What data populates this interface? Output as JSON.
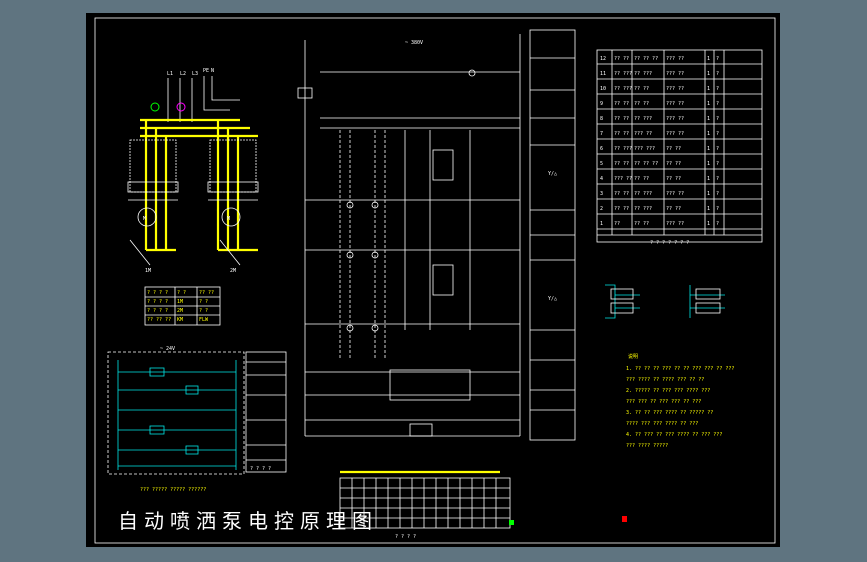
{
  "drawing": {
    "title": "自动喷洒泵电控原理图",
    "supply_label": "~ 380V",
    "circuit_label": "~ 24V",
    "phase_labels": [
      "L1",
      "L2",
      "L3",
      "PE",
      "N"
    ],
    "motor_labels": [
      "1M",
      "2M"
    ],
    "motor_symbol": "M",
    "star_delta_label": "Y/△",
    "notes_heading": "说明",
    "small_box_label": "? ? ? ?",
    "small_table_rows": [
      [
        "? ? ? ?",
        "? ?",
        "?? ??"
      ],
      [
        "? ? ? ?",
        "1M",
        "? ?"
      ],
      [
        "? ? ? ?",
        "2M",
        "? ?"
      ],
      [
        "?? ?? ??",
        "KM",
        "FLW"
      ]
    ],
    "lower_left_caption": "??? ????? ????? ??????",
    "bottom_caption": "? ? ? ?",
    "bom_footer": "? ? ? ? ? ? ?",
    "notes_lines": [
      "1. ?? ?? ?? ??? ?? ?? ??? ??? ?? ???",
      "   ??? ???? ?? ???? ??? ?? ??",
      "2. ????? ?? ??? ??? ???? ???",
      "   ??? ??? ?? ??? ??? ?? ???",
      "3. ?? ?? ??? ???? ?? ????? ??",
      "   ???? ??? ??? ???? ?? ???",
      "4. ?? ??? ?? ??? ???? ?? ??? ???",
      "   ??? ???? ?????"
    ],
    "bom_rows": [
      [
        "12",
        "?? ??",
        "?? ?? ??",
        "??? ??",
        "1",
        "?"
      ],
      [
        "11",
        "?? ???",
        "?? ???",
        "??? ??",
        "1",
        "?"
      ],
      [
        "10",
        "?? ???",
        "?? ??",
        "??? ??",
        "1",
        "?"
      ],
      [
        "9",
        "?? ??",
        "?? ??",
        "??? ??",
        "1",
        "?"
      ],
      [
        "8",
        "?? ??",
        "?? ???",
        "??? ??",
        "1",
        "?"
      ],
      [
        "7",
        "?? ??",
        "??? ??",
        "??? ??",
        "1",
        "?"
      ],
      [
        "6",
        "?? ???",
        "??? ???",
        "?? ??",
        "1",
        "?"
      ],
      [
        "5",
        "?? ??",
        "?? ?? ??",
        "?? ??",
        "1",
        "?"
      ],
      [
        "4",
        "??? ??",
        "?? ??",
        "?? ??",
        "1",
        "?"
      ],
      [
        "3",
        "?? ??",
        "?? ???",
        "??? ??",
        "1",
        "?"
      ],
      [
        "2",
        "?? ??",
        "?? ???",
        "?? ??",
        "1",
        "?"
      ],
      [
        "1",
        "??",
        "?? ??",
        "??? ??",
        "1",
        "?"
      ]
    ]
  }
}
